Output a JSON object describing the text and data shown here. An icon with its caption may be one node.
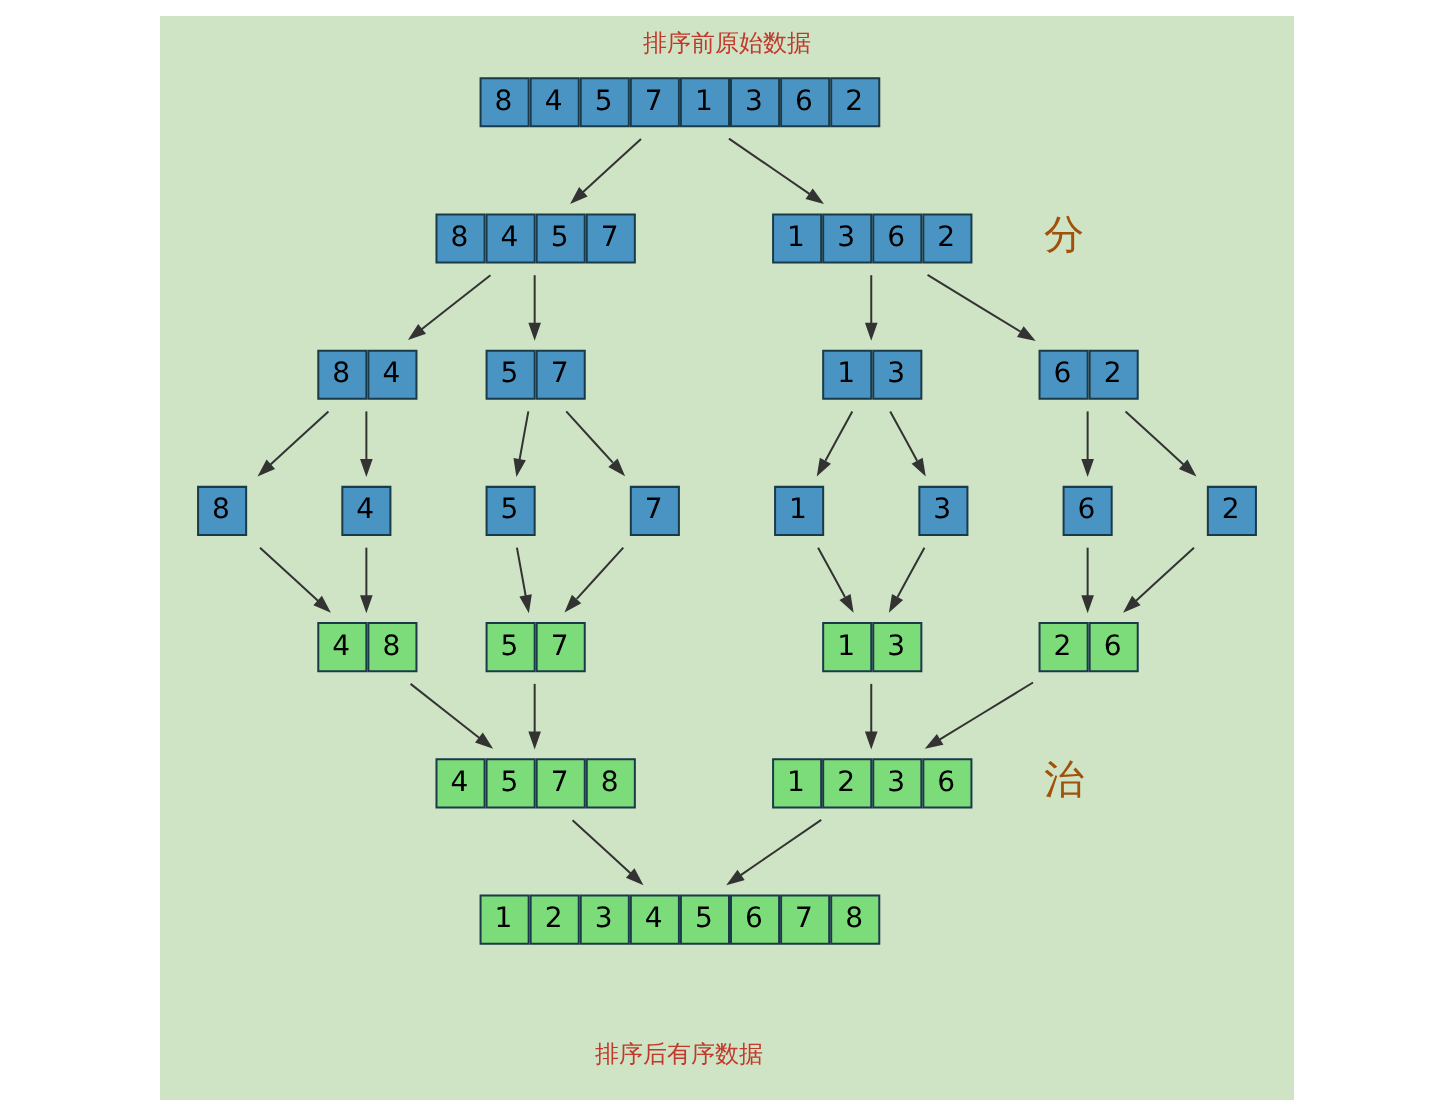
{
  "diagram": {
    "title": "排序前原始数据",
    "caption": "排序后有序数据",
    "nodes": [
      {
        "text": [
          "8",
          "4",
          "5",
          "7",
          "1",
          "3",
          "6",
          "2"
        ]
      },
      {
        "text": [
          "8",
          "4",
          "5",
          "7"
        ]
      },
      {
        "text": [
          "1",
          "3",
          "6",
          "2"
        ]
      },
      {
        "text": [
          "8",
          "4"
        ]
      },
      {
        "text": [
          "5",
          "7"
        ]
      },
      {
        "text": [
          "1",
          "3"
        ]
      },
      {
        "text": [
          "6",
          "2"
        ]
      },
      {
        "text": [
          "8"
        ]
      },
      {
        "text": [
          "4"
        ]
      },
      {
        "text": [
          "5"
        ]
      },
      {
        "text": [
          "7"
        ]
      },
      {
        "text": [
          "1"
        ]
      },
      {
        "text": [
          "3"
        ]
      },
      {
        "text": [
          "6"
        ]
      },
      {
        "text": [
          "2"
        ]
      },
      {
        "text": [
          "4",
          "8"
        ]
      },
      {
        "text": [
          "5",
          "7"
        ]
      },
      {
        "text": [
          "1",
          "3"
        ]
      },
      {
        "text": [
          "2",
          "6"
        ]
      },
      {
        "text": [
          "4",
          "5",
          "7",
          "8"
        ]
      },
      {
        "text": [
          "1",
          "2",
          "3",
          "6"
        ]
      },
      {
        "text": [
          "1",
          "2",
          "3",
          "4",
          "5",
          "6",
          "7",
          "8"
        ]
      }
    ],
    "edges": [
      {
        "from": 0,
        "to": 1,
        "arrow": "to"
      },
      {
        "from": 0,
        "to": 2,
        "arrow": "to"
      },
      {
        "from": 1,
        "to": 3,
        "arrow": "to"
      },
      {
        "from": 1,
        "to": 4,
        "arrow": "to"
      },
      {
        "from": 2,
        "to": 5,
        "arrow": "to"
      },
      {
        "from": 2,
        "to": 6,
        "arrow": "to"
      },
      {
        "from": 3,
        "to": 7,
        "arrow": "to"
      },
      {
        "from": 3,
        "to": 8,
        "arrow": "to"
      },
      {
        "from": 4,
        "to": 9,
        "arrow": "to"
      },
      {
        "from": 4,
        "to": 10,
        "arrow": "to"
      },
      {
        "from": 5,
        "to": 11,
        "arrow": "to"
      },
      {
        "from": 5,
        "to": 12,
        "arrow": "to"
      },
      {
        "from": 6,
        "to": 13,
        "arrow": "to"
      },
      {
        "from": 6,
        "to": 14,
        "arrow": "to"
      },
      {
        "from": 7,
        "to": 15,
        "arrow": "to"
      },
      {
        "from": 8,
        "to": 15,
        "arrow": "to"
      },
      {
        "from": 9,
        "to": 16,
        "arrow": "to"
      },
      {
        "from": 10,
        "to": 16,
        "arrow": "to"
      },
      {
        "from": 11,
        "to": 17,
        "arrow": "to"
      },
      {
        "from": 12,
        "to": 17,
        "arrow": "to"
      },
      {
        "from": 13,
        "to": 18,
        "arrow": "to"
      },
      {
        "from": 14,
        "to": 18,
        "arrow": "to"
      },
      {
        "from": 15,
        "to": 19,
        "arrow": "to"
      },
      {
        "from": 16,
        "to": 19,
        "arrow": "to"
      },
      {
        "from": 17,
        "to": 20,
        "arrow": "to"
      },
      {
        "from": 18,
        "to": 20,
        "arrow": "to"
      },
      {
        "from": 19,
        "to": 21,
        "arrow": "to"
      },
      {
        "from": 20,
        "to": 21,
        "arrow": "to"
      }
    ],
    "labels": [
      "分",
      "治"
    ]
  }
}
